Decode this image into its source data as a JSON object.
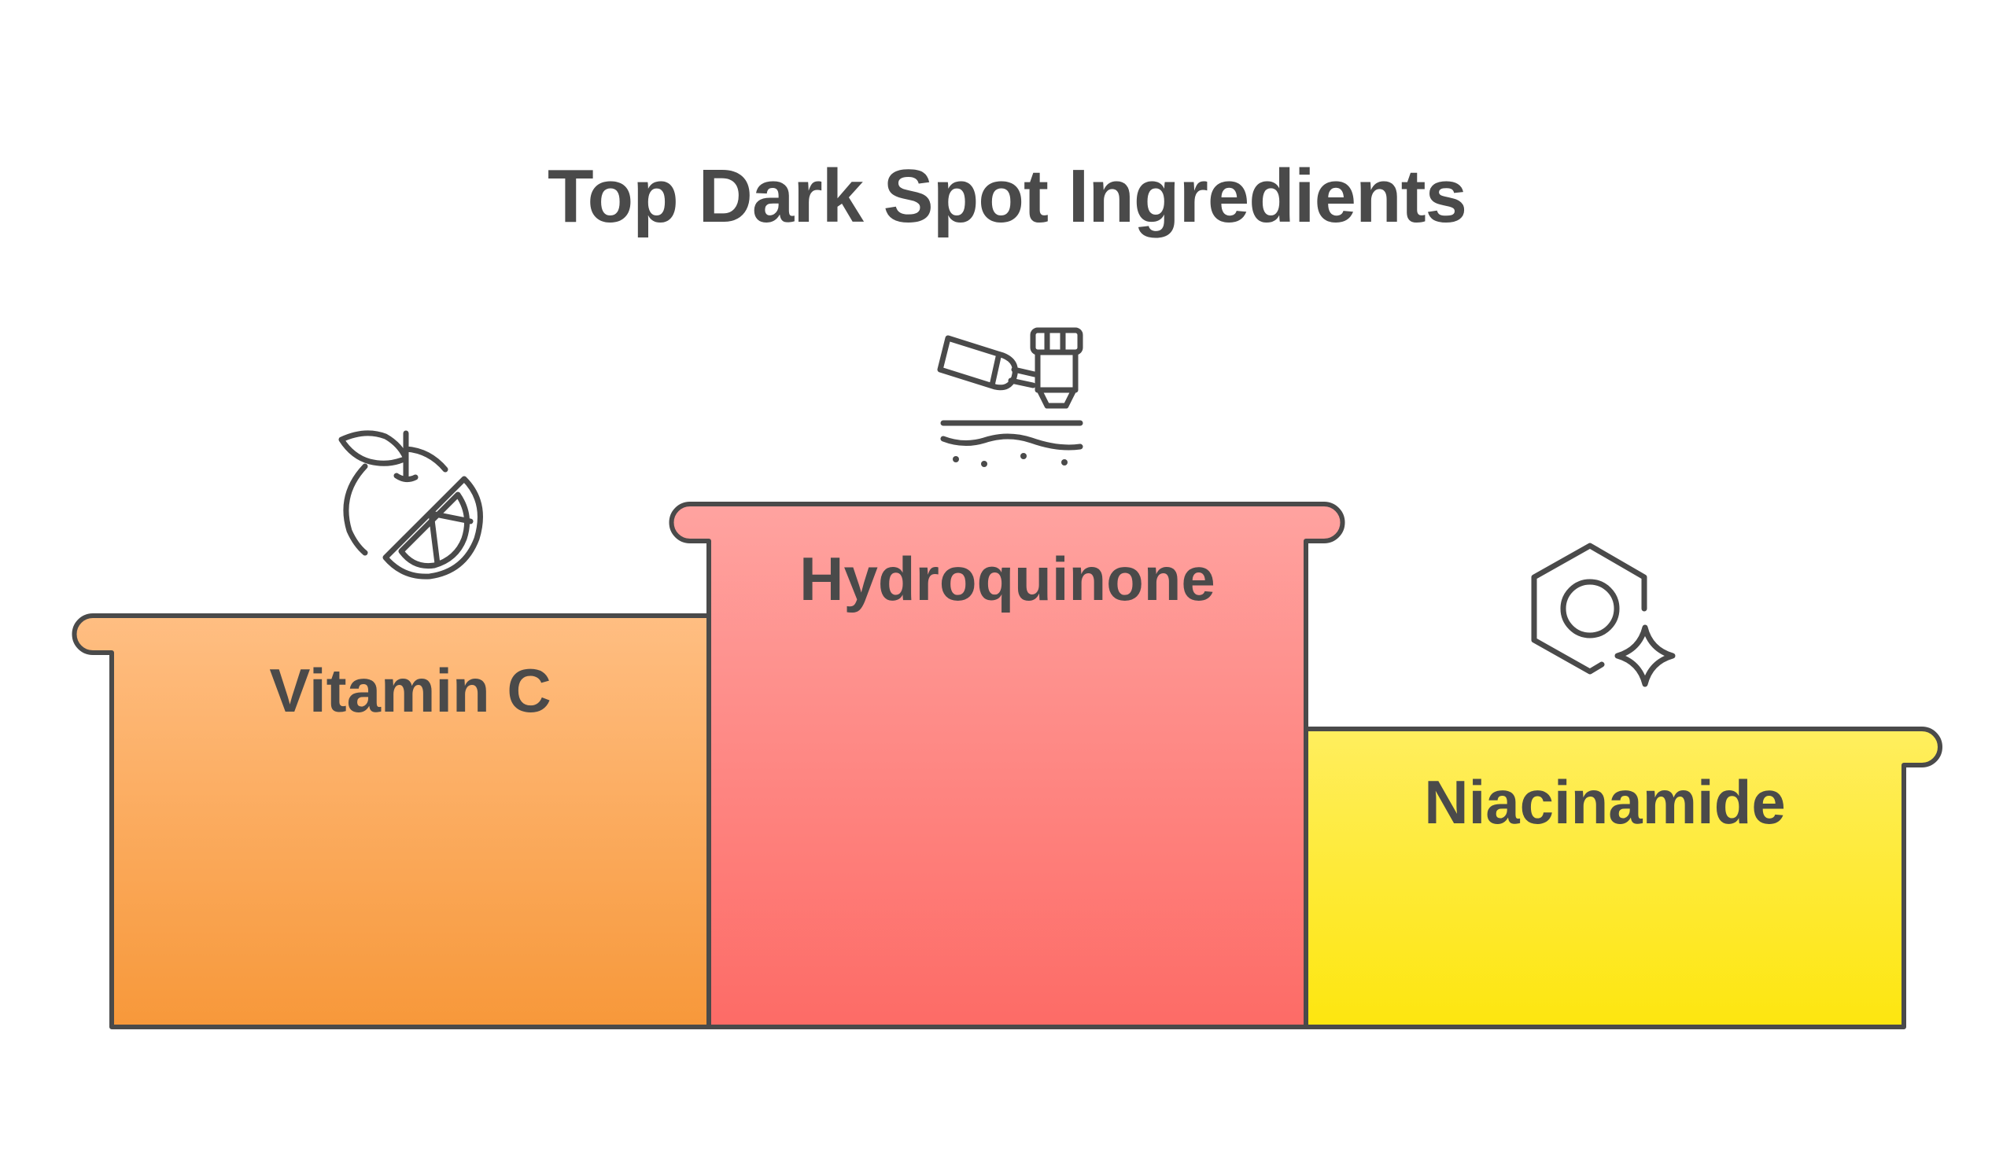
{
  "title": "Top Dark Spot Ingredients",
  "colors": {
    "stroke": "#4a4a4a",
    "text": "#4a4a4a",
    "background": "#ffffff"
  },
  "podium": [
    {
      "rank_position": "left",
      "label": "Vitamin C",
      "icon": "orange-citrus-icon",
      "gradient_top": "#FFBE82",
      "gradient_bottom": "#F7983A"
    },
    {
      "rank_position": "center",
      "label": "Hydroquinone",
      "icon": "skin-treatment-device-icon",
      "gradient_top": "#FFA3A0",
      "gradient_bottom": "#FD6B66"
    },
    {
      "rank_position": "right",
      "label": "Niacinamide",
      "icon": "molecule-sparkle-icon",
      "gradient_top": "#FFEE5E",
      "gradient_bottom": "#FDE60F"
    }
  ]
}
